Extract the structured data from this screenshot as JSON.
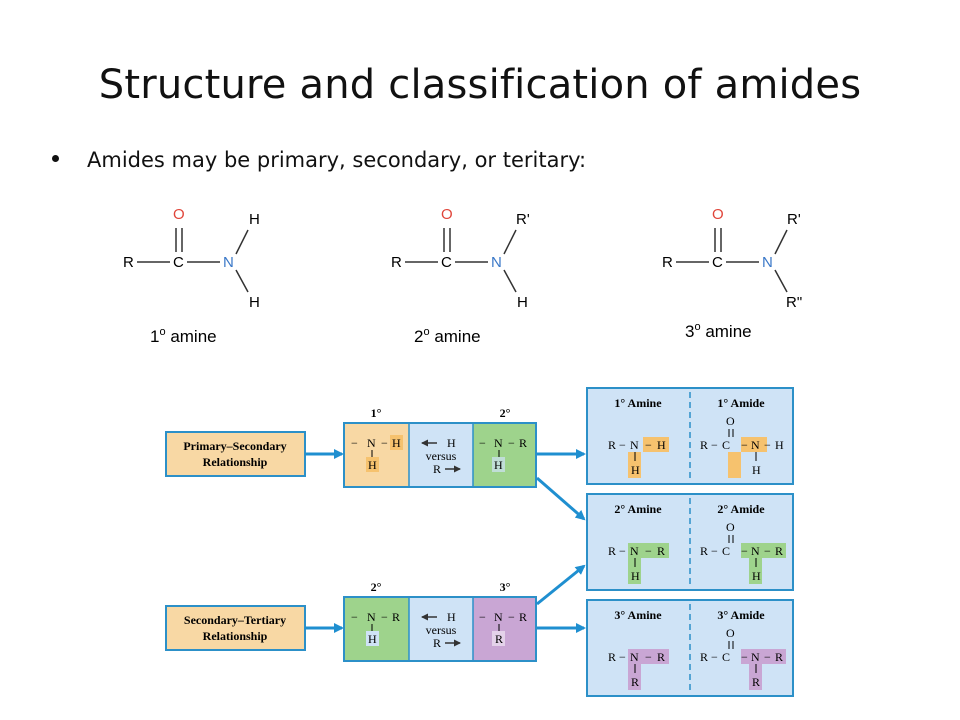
{
  "slide": {
    "title": "Structure and classification of amides",
    "bullet": "Amides may be primary, secondary, or teritary:"
  },
  "colors": {
    "oxygen": "#e0453a",
    "nitrogen": "#3a78c8",
    "arrow": "#1f8fd0",
    "box_border": "#2c90c8",
    "tan": "#f8d8a4",
    "orange_h": "#f6c26e",
    "blue_cell": "#cfe3f6",
    "green": "#9ed38c",
    "purple": "#c9a6d4"
  },
  "top_structures": {
    "atoms": {
      "O": "O",
      "R": "R",
      "C": "C",
      "N": "N",
      "H": "H",
      "R1": "R'",
      "R2": "R\""
    },
    "labels": {
      "primary": {
        "num": "1",
        "sup": "o",
        "word": " amine"
      },
      "secondary": {
        "num": "2",
        "sup": "o",
        "word": " amine"
      },
      "tertiary": {
        "num": "3",
        "sup": "o",
        "word": " amine"
      }
    }
  },
  "diagram": {
    "rel_primary_secondary": [
      "Primary–Secondary",
      "Relationship"
    ],
    "rel_secondary_tertiary": [
      "Secondary–Tertiary",
      "Relationship"
    ],
    "head_1": "1°",
    "head_2": "2°",
    "head_3": "3°",
    "middle": {
      "h": "H",
      "versus": "versus",
      "r": "R"
    },
    "frag": {
      "dash": "−",
      "N": "N",
      "H": "H",
      "R": "R",
      "C": "C",
      "O": "O",
      "dbl": "="
    },
    "amine_1": "1° Amine",
    "amide_1": "1° Amide",
    "amine_2": "2° Amine",
    "amide_2": "2° Amide",
    "amine_3": "3° Amine",
    "amide_3": "3° Amide"
  }
}
